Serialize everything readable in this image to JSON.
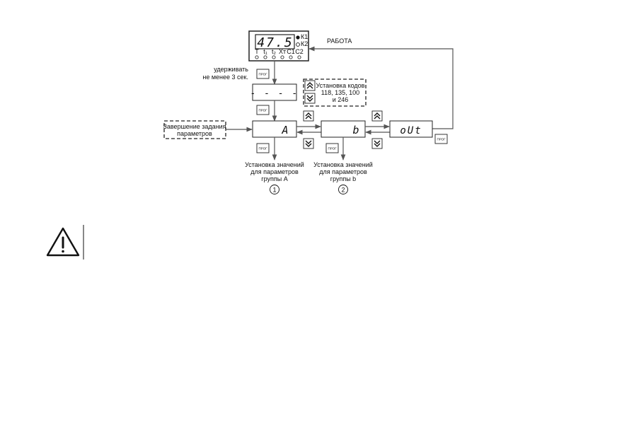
{
  "device": {
    "display_value": "47.5",
    "leds": [
      "К1",
      "К2"
    ],
    "indicators": [
      "T",
      "t₁",
      "t₂",
      "Xт",
      "С1",
      "С2"
    ]
  },
  "labels": {
    "work": "РАБОТА",
    "hold_line1": "удерживать",
    "hold_line2": "не менее 3 сек.",
    "codes_line1": "Установка кодов",
    "codes_line2": "118, 135, 100",
    "codes_line3": "и 246",
    "finish_line1": "Завершение задания",
    "finish_line2": "параметров",
    "group_a_line1": "Установка значений",
    "group_a_line2": "для параметров",
    "group_a_line3": "группы А",
    "group_b_line1": "Установка значений",
    "group_b_line2": "для параметров",
    "group_b_line3": "группы b",
    "marker_1": "1",
    "marker_2": "2"
  },
  "screens": {
    "dashes": "- - - -",
    "a": "A",
    "b": "b",
    "out": "oUt"
  },
  "buttons": {
    "prog": "ПРОГ"
  },
  "icons": {
    "up": "double-chevron-up-icon",
    "down": "double-chevron-down-icon",
    "warning": "warning-triangle-icon"
  }
}
